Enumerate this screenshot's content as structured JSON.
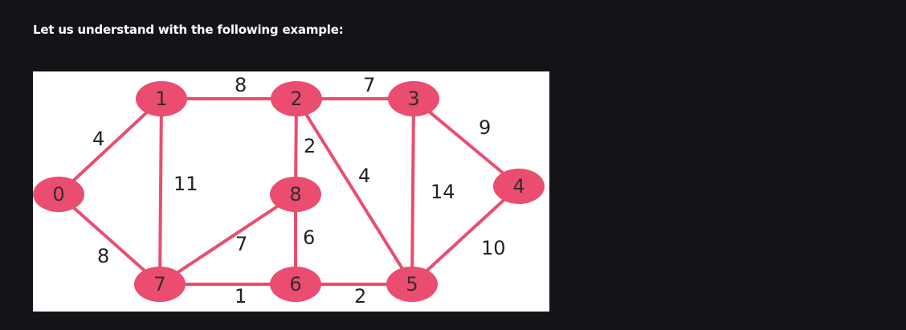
{
  "intro_text": "Let us understand with the following example:",
  "colors": {
    "node": "#ea4d70",
    "edge": "#ea4d70",
    "background": "#131417",
    "panel": "#ffffff"
  },
  "graph": {
    "nodes": [
      {
        "id": "0",
        "label": "0"
      },
      {
        "id": "1",
        "label": "1"
      },
      {
        "id": "2",
        "label": "2"
      },
      {
        "id": "3",
        "label": "3"
      },
      {
        "id": "4",
        "label": "4"
      },
      {
        "id": "5",
        "label": "5"
      },
      {
        "id": "6",
        "label": "6"
      },
      {
        "id": "7",
        "label": "7"
      },
      {
        "id": "8",
        "label": "8"
      }
    ],
    "edges": [
      {
        "from": "0",
        "to": "1",
        "weight": "4"
      },
      {
        "from": "0",
        "to": "7",
        "weight": "8"
      },
      {
        "from": "1",
        "to": "2",
        "weight": "8"
      },
      {
        "from": "1",
        "to": "7",
        "weight": "11"
      },
      {
        "from": "2",
        "to": "3",
        "weight": "7"
      },
      {
        "from": "2",
        "to": "8",
        "weight": "2"
      },
      {
        "from": "2",
        "to": "5",
        "weight": "4"
      },
      {
        "from": "3",
        "to": "4",
        "weight": "9"
      },
      {
        "from": "3",
        "to": "5",
        "weight": "14"
      },
      {
        "from": "4",
        "to": "5",
        "weight": "10"
      },
      {
        "from": "5",
        "to": "6",
        "weight": "2"
      },
      {
        "from": "6",
        "to": "7",
        "weight": "1"
      },
      {
        "from": "6",
        "to": "8",
        "weight": "6"
      },
      {
        "from": "7",
        "to": "8",
        "weight": "7"
      }
    ]
  }
}
